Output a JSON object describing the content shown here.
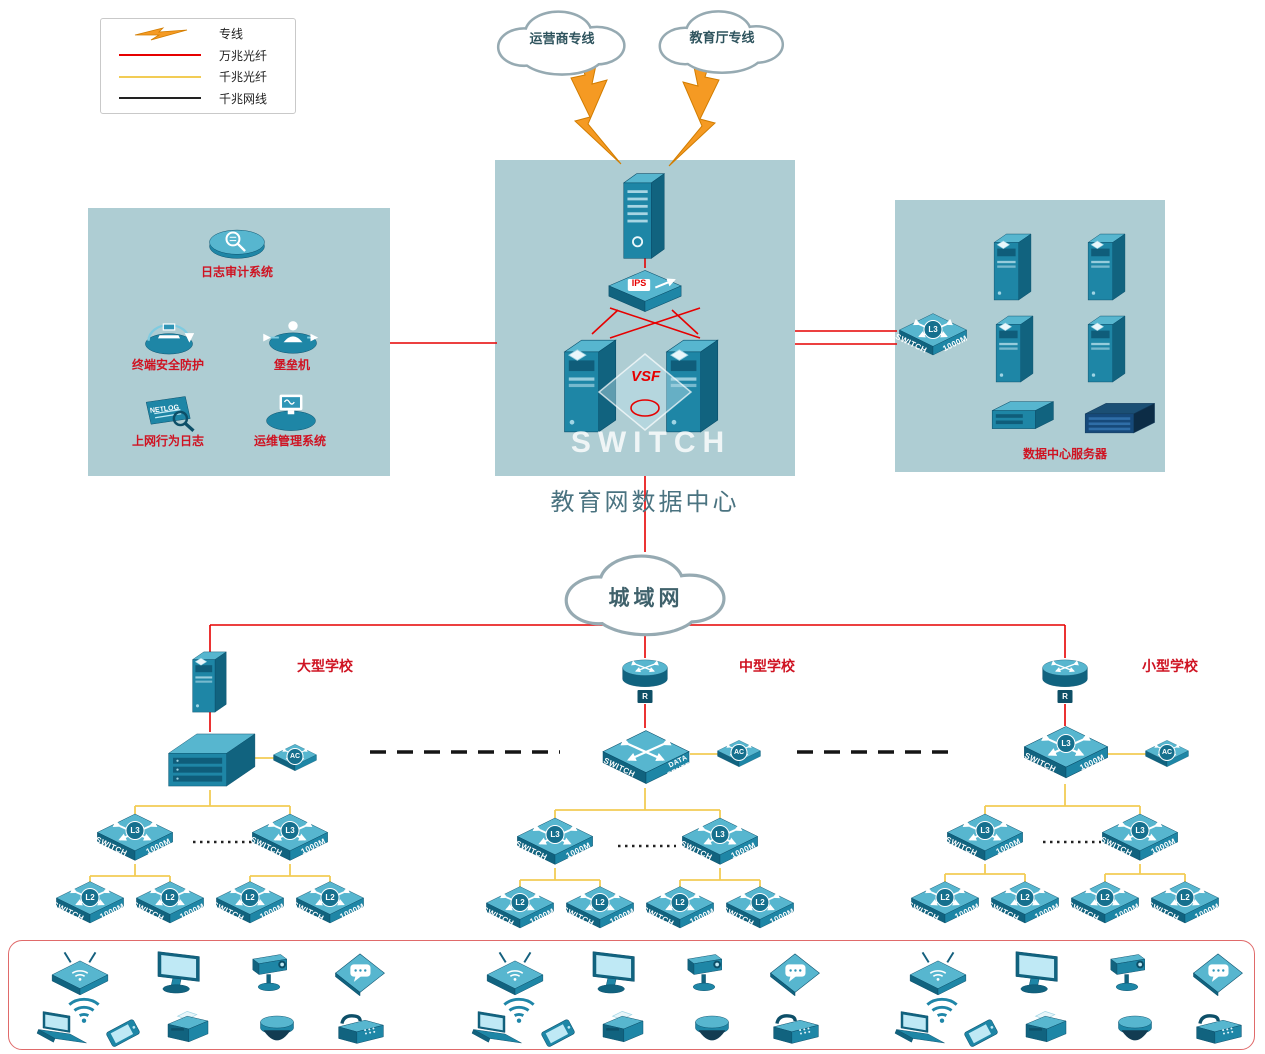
{
  "legend": {
    "items": [
      {
        "id": "dedicated",
        "label": "专线"
      },
      {
        "id": "fiber10g",
        "label": "万兆光纤",
        "color": "#e60000"
      },
      {
        "id": "fiber1g",
        "label": "千兆光纤",
        "color": "#f2cc55"
      },
      {
        "id": "cable1g",
        "label": "千兆网线",
        "color": "#222222"
      }
    ]
  },
  "clouds": {
    "isp": "运营商专线",
    "edu": "教育厅专线",
    "man": "城域网"
  },
  "datacenter": {
    "title": "教育网数据中心",
    "vsf": "VSF",
    "ips": "IPS",
    "switch_watermark": "SWITCH"
  },
  "security_panel": {
    "items": [
      {
        "label": "日志审计系统"
      },
      {
        "label": "终端安全防护"
      },
      {
        "label": "堡垒机"
      },
      {
        "label": "上网行为日志",
        "badge": "NETLOG"
      },
      {
        "label": "运维管理系统"
      }
    ]
  },
  "server_panel": {
    "label": "数据中心服务器"
  },
  "schools": [
    {
      "name": "大型学校"
    },
    {
      "name": "中型学校",
      "core_right": "DATA CENTER"
    },
    {
      "name": "小型学校"
    }
  ],
  "labels": {
    "switch": "SWITCH",
    "m1000": "1000M",
    "l3": "L3",
    "l2": "L2",
    "ac": "AC",
    "r": "R"
  },
  "colors": {
    "panel": "#aecdd3",
    "device_teal": "#1e86a6",
    "fiber10g": "#e60000",
    "fiber1g": "#f2cc55",
    "cable1g": "#222222"
  }
}
